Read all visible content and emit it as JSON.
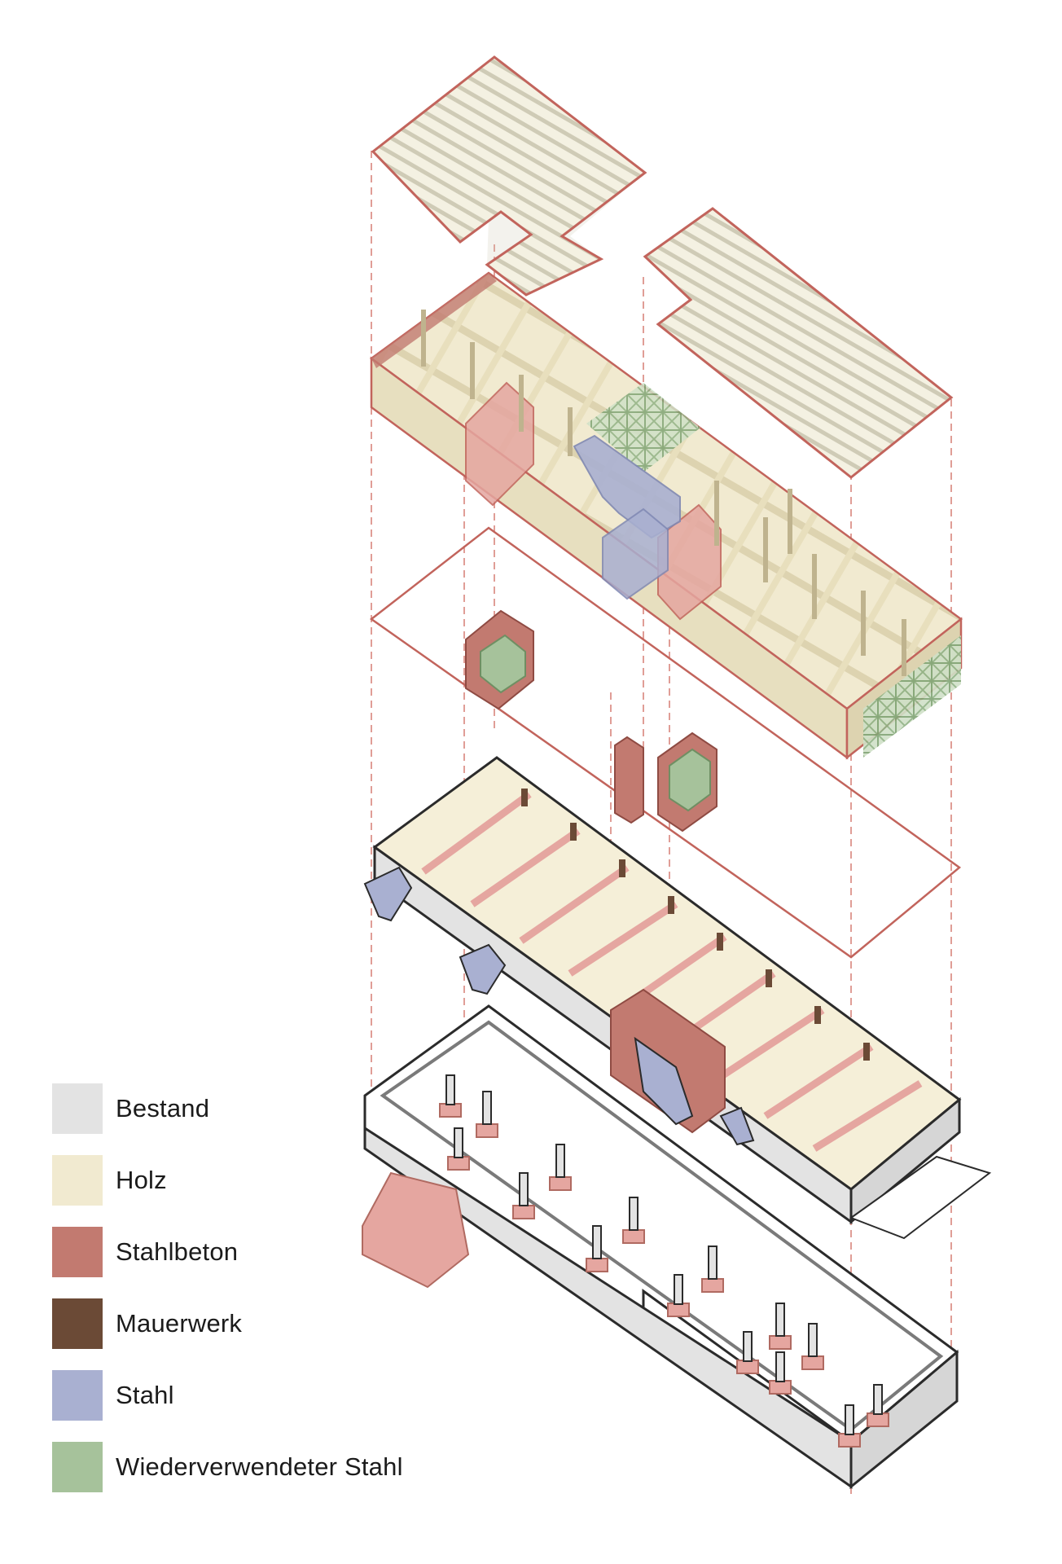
{
  "legend": {
    "items": [
      {
        "label": "Bestand",
        "color": "#e3e3e3"
      },
      {
        "label": "Holz",
        "color": "#f1ead0"
      },
      {
        "label": "Stahlbeton",
        "color": "#c27a70"
      },
      {
        "label": "Mauerwerk",
        "color": "#6b4a36"
      },
      {
        "label": "Stahl",
        "color": "#a9b0d1"
      },
      {
        "label": "Wiederverwendeter Stahl",
        "color": "#a6c29b"
      }
    ]
  },
  "palette": {
    "outline": "#c2645c",
    "guide": "#d9857d",
    "bestand": "#e3e3e3",
    "holz": "#f1ead0",
    "stahlbeton": "#e5a6a0",
    "mauerwerk": "#6b4a36",
    "stahl": "#a9b0d1",
    "wiederverwendeter_stahl": "#a6c29b"
  }
}
